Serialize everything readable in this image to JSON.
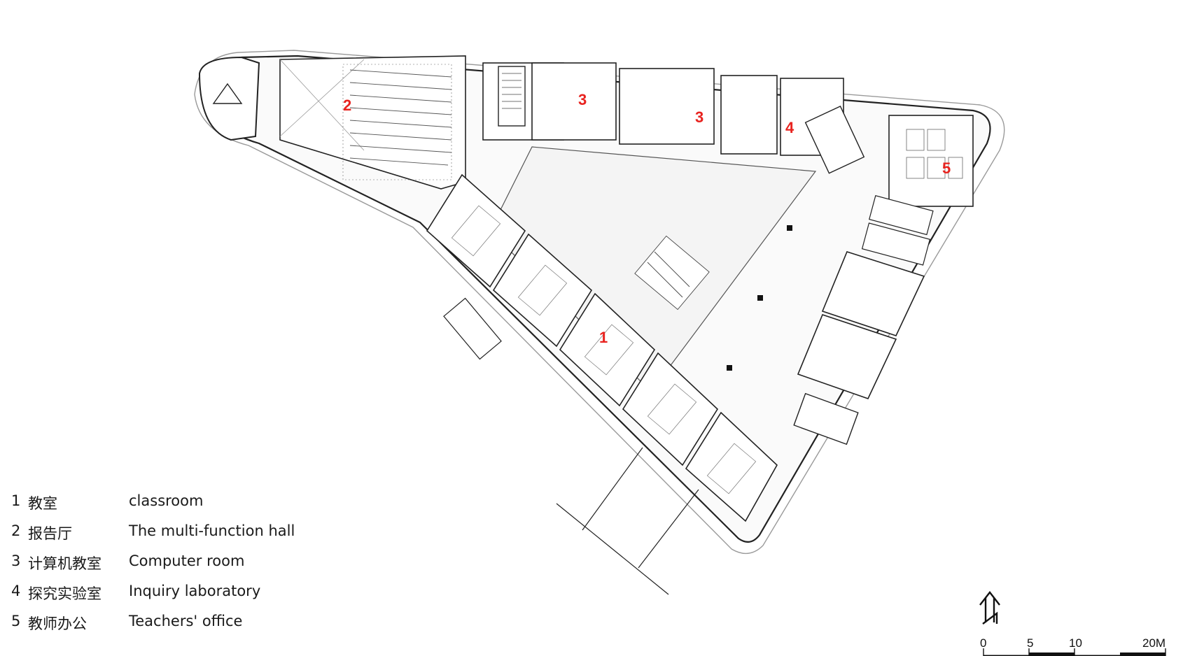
{
  "room_labels": [
    "1",
    "2",
    "3",
    "3",
    "4",
    "5"
  ],
  "legend": [
    {
      "num": "1",
      "zh": "教室",
      "en": "classroom"
    },
    {
      "num": "2",
      "zh": "报告厅",
      "en": "The multi-function hall"
    },
    {
      "num": "3",
      "zh": "计算机教室",
      "en": "Computer room"
    },
    {
      "num": "4",
      "zh": "探究实验室",
      "en": "Inquiry laboratory"
    },
    {
      "num": "5",
      "zh": "教师办公",
      "en": "Teachers' office"
    }
  ],
  "scale_bar": {
    "ticks": [
      "0",
      "5",
      "10",
      "20M"
    ]
  },
  "colors": {
    "room_number": "#e8231f",
    "line": "#3a3a3a",
    "fill_light": "#f4f4f4"
  },
  "icons": {
    "north_arrow": "north-arrow-icon"
  }
}
